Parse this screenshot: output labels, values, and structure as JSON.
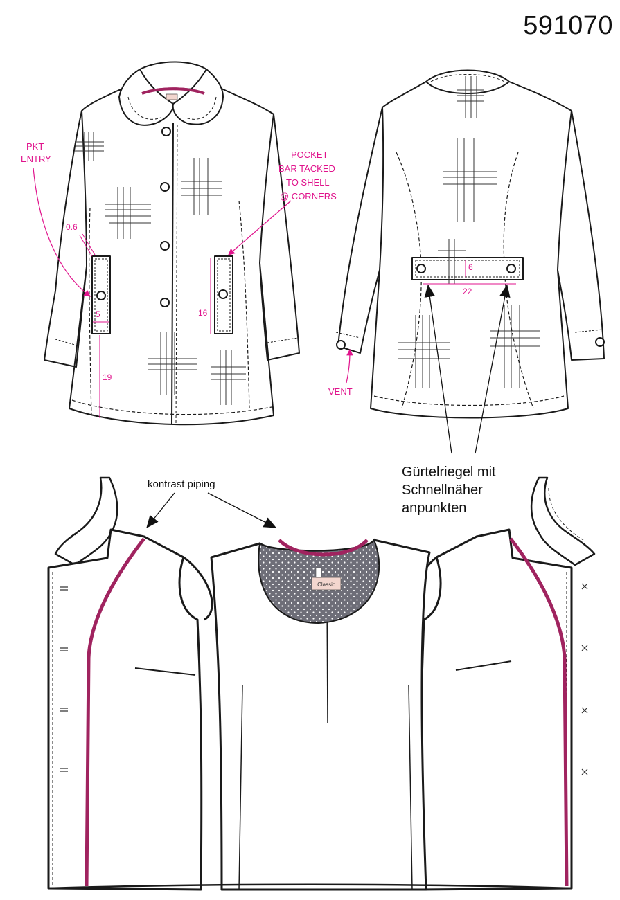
{
  "style_number": "591070",
  "callouts": {
    "pkt_entry_line1": "PKT",
    "pkt_entry_line2": "ENTRY",
    "pocket_bar_line1": "POCKET",
    "pocket_bar_line2": "BAR TACKED",
    "pocket_bar_line3": "TO SHELL",
    "pocket_bar_line4": "@ CORNERS",
    "vent": "VENT"
  },
  "dimensions": {
    "pocket_offset": "0.6",
    "pocket_width": "5",
    "pocket_length": "16",
    "pocket_height_from_hem": "19",
    "belt_tab_height": "6",
    "belt_tab_width": "22"
  },
  "notes": {
    "belt_tab_line1": "Gürtelriegel mit",
    "belt_tab_line2": "Schnellnäher",
    "belt_tab_line3": "anpunkten",
    "contrast_piping": "kontrast piping"
  },
  "label_tag": "Classic",
  "colors": {
    "accent_magenta": "#e0138c",
    "piping_plum": "#a0235f",
    "lining_grey": "#6e6e78",
    "outline": "#1a1a1a"
  }
}
